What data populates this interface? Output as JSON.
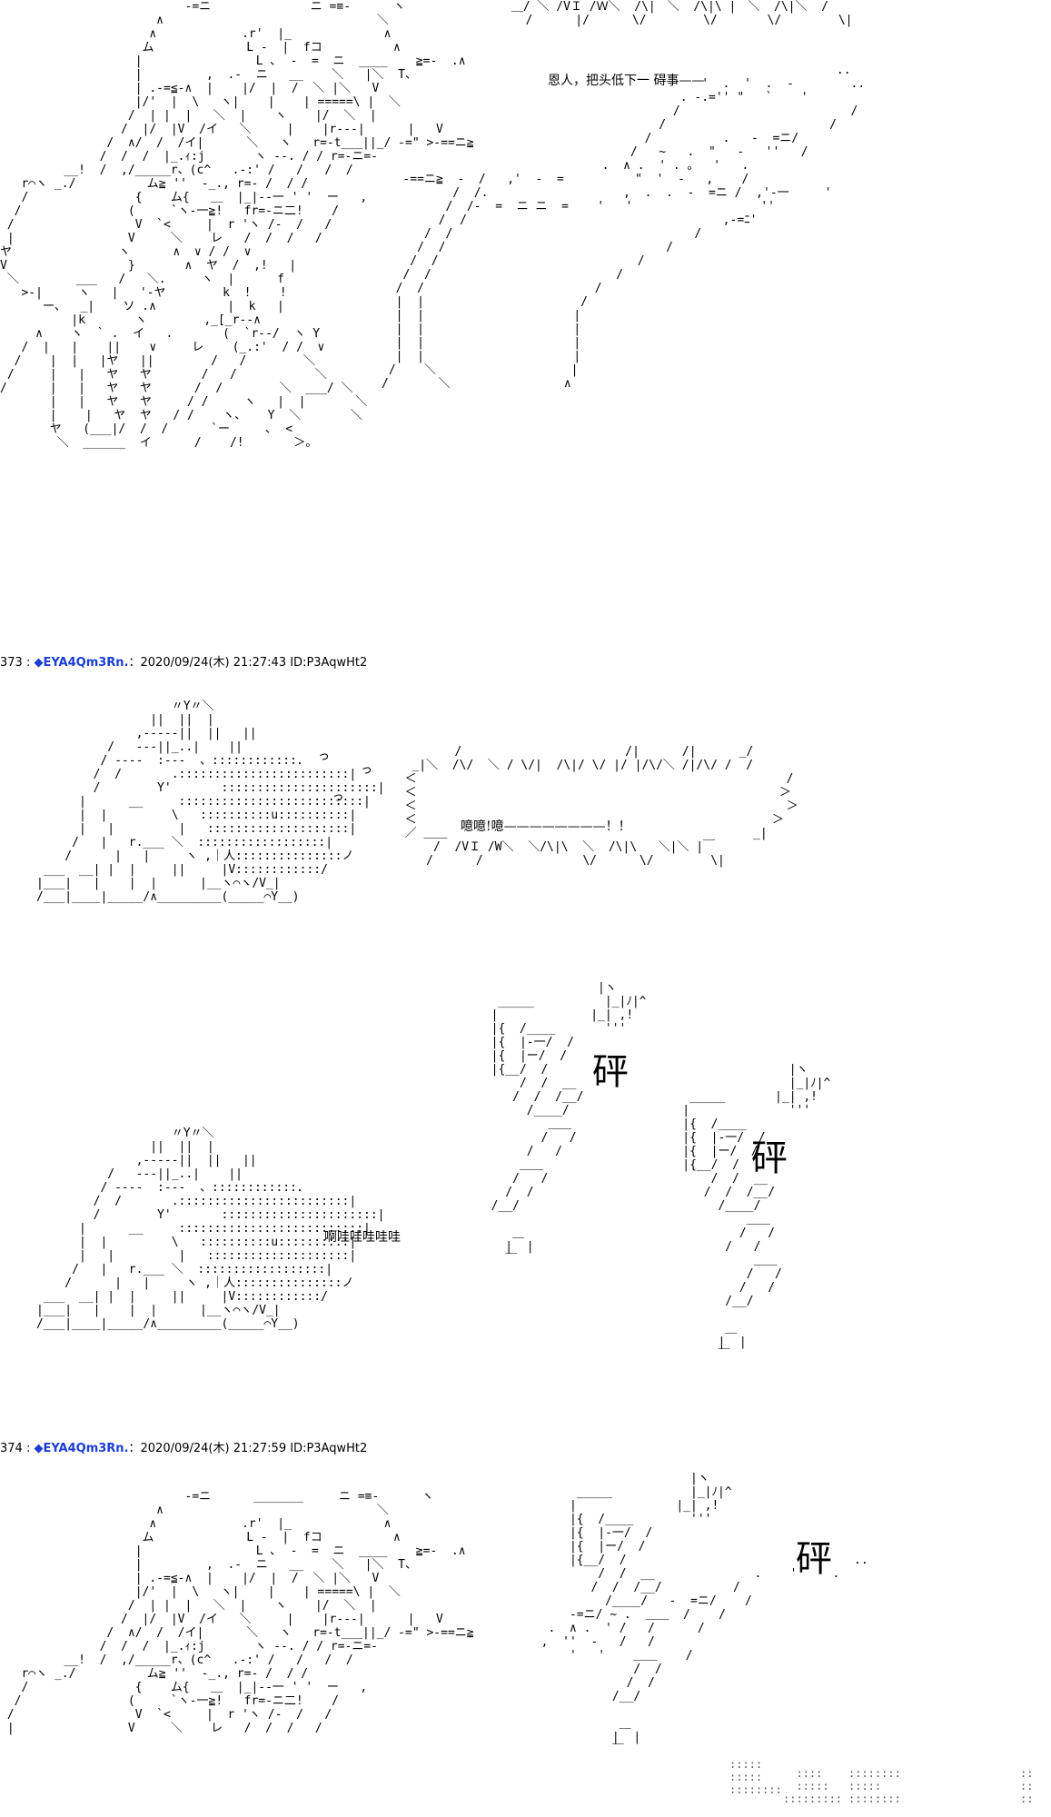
{
  "panel1": {
    "dialog": "恩人，把头低下一 碍事——"
  },
  "posts": [
    {
      "number": "373",
      "sep1": " : ",
      "name": "◆EYA4Qm3Rn.",
      "sep2": "：",
      "datetime": "2020/09/24(木) 21:27:43 ID:P3AqwHt2"
    },
    {
      "number": "374",
      "sep1": " : ",
      "name": "◆EYA4Qm3Rn.",
      "sep2": "：",
      "datetime": "2020/09/24(木) 21:27:59 ID:P3AqwHt2"
    }
  ],
  "panel2": {
    "shout": "噫噫!噫————————！！",
    "crying": "啊哇哇哇哇哇",
    "sfx": [
      "砰",
      "砰",
      "砰"
    ]
  }
}
